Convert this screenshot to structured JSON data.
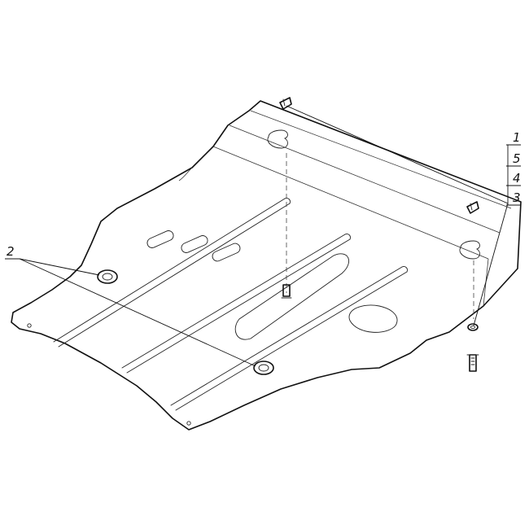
{
  "diagram": {
    "callouts": [
      {
        "id": "c1",
        "label": "1"
      },
      {
        "id": "c5",
        "label": "5"
      },
      {
        "id": "c4",
        "label": "4"
      },
      {
        "id": "c3",
        "label": "3"
      },
      {
        "id": "c2",
        "label": "2"
      }
    ]
  }
}
